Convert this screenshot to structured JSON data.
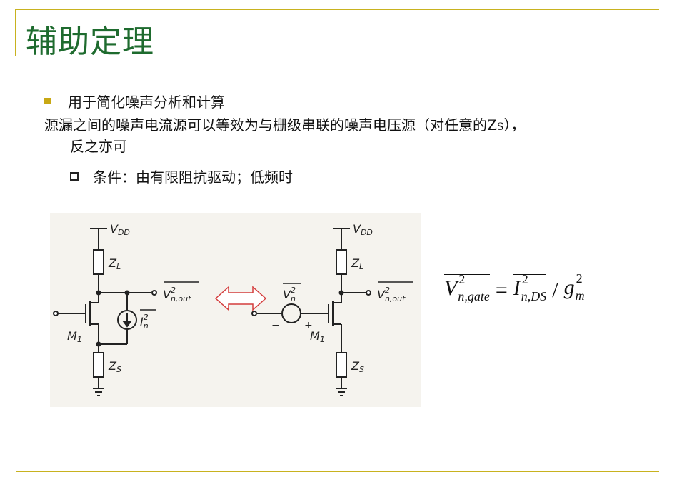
{
  "slide": {
    "title": "辅助定理",
    "bullet1": "用于简化噪声分析和计算",
    "paragraph_line1": "源漏之间的噪声电流源可以等效为与栅级串联的噪声电压源（对任意的Z",
    "paragraph_sub": "S",
    "paragraph_line1_end": "），",
    "paragraph_line2": "反之亦可",
    "sub_bullet": "条件：由有限阻抗驱动；低频时"
  },
  "circuit": {
    "left": {
      "vdd": "V",
      "vdd_sub": "DD",
      "zl": "Z",
      "zl_sub": "L",
      "vout": "V",
      "vout_sup": "2",
      "vout_sub": "n,out",
      "noise_current": "I",
      "noise_current_sup": "2",
      "noise_current_sub": "n",
      "transistor": "M",
      "transistor_sub": "1",
      "zs": "Z",
      "zs_sub": "S"
    },
    "right": {
      "vdd": "V",
      "vdd_sub": "DD",
      "zl": "Z",
      "zl_sub": "L",
      "vout": "V",
      "vout_sup": "2",
      "vout_sub": "n,out",
      "noise_voltage": "V",
      "noise_voltage_sup": "2",
      "noise_voltage_sub": "n",
      "minus": "−",
      "plus": "+",
      "transistor": "M",
      "transistor_sub": "1",
      "zs": "Z",
      "zs_sub": "S"
    }
  },
  "formula": {
    "lhs": "V",
    "lhs_sup": "2",
    "lhs_sub": "n,gate",
    "equals": "=",
    "rhs": "I",
    "rhs_sup": "2",
    "rhs_sub": "n,DS",
    "divide": "/",
    "g": "g",
    "g_sup": "2",
    "g_sub": "m"
  },
  "colors": {
    "title": "#1e6b2e",
    "rule": "#c8b21f",
    "bullet": "#c8a814",
    "arrow": "#d43c3c"
  }
}
